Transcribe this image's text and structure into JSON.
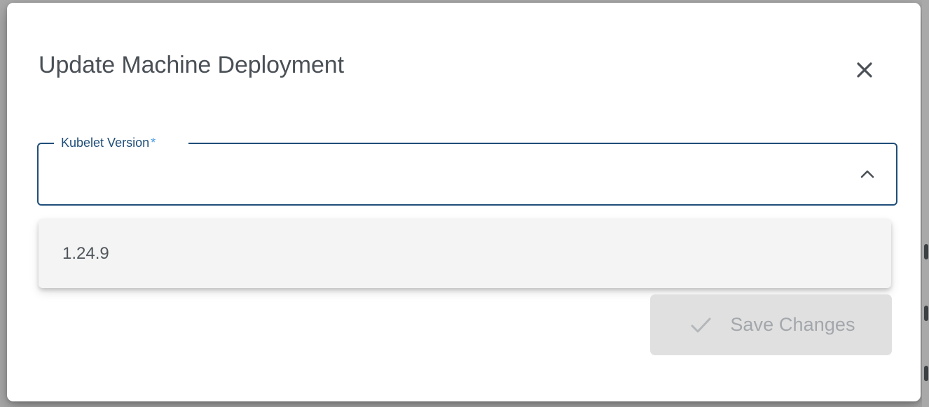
{
  "dialog": {
    "title": "Update Machine Deployment",
    "close_icon": "close-icon"
  },
  "form": {
    "kubelet": {
      "label": "Kubelet Version",
      "required_marker": "*",
      "value": "",
      "placeholder": "",
      "expanded": true,
      "toggle_icon": "chevron-up-icon",
      "options": [
        {
          "label": "1.24.9"
        }
      ]
    }
  },
  "actions": {
    "save": {
      "label": "Save Changes",
      "icon": "check-icon",
      "disabled": true
    }
  },
  "colors": {
    "backdrop": "#a9a9a9",
    "card": "#ffffff",
    "title_text": "#4a5056",
    "field_outline": "#1f4e79",
    "field_label": "#1f4e79",
    "required_marker": "#4a9de0",
    "option_panel": "#f4f4f4",
    "option_text": "#50565b",
    "button_disabled_bg": "#e0e0e0",
    "button_disabled_text": "#a3a7ab"
  }
}
